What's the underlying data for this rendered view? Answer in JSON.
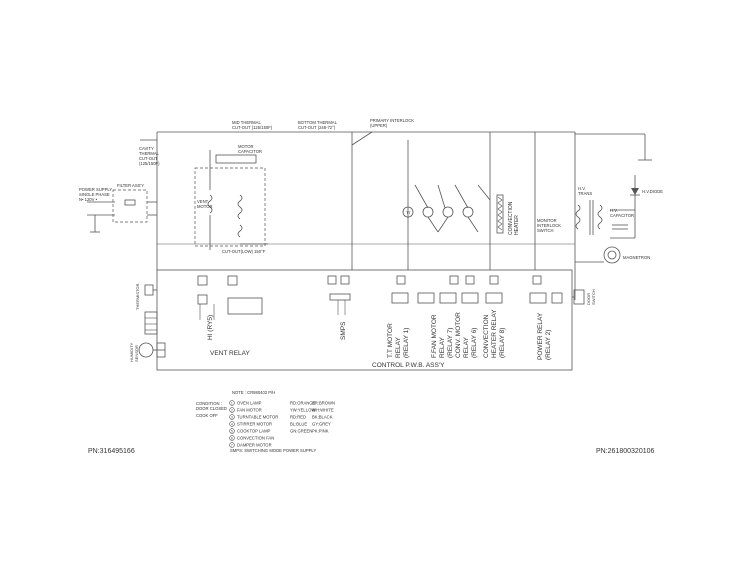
{
  "labels": {
    "mid_thermal": "MID THERMAL",
    "mid_thermal_2": "CUT-OUT (125/150F)",
    "bottom_thermal": "BOTTOM THERMAL",
    "bottom_thermal_2": "CUT-OUT (248-72°)",
    "primary_interlock": "PRIMARY INTERLOCK",
    "primary_interlock_2": "(UPPER)",
    "cavity_thermal": "CAVITY",
    "cavity_thermal_2": "THERMAL",
    "cavity_thermal_3": "CUT-OUT",
    "cavity_thermal_4": "(125/150F)",
    "motor_capacitor": "MOTOR",
    "motor_capacitor_2": "CAPACITOR",
    "power_supply": "POWER SUPPLY",
    "single_phase": "SINGLE PHASE",
    "volts": "N• 120V •",
    "filter_assy": "FILTER ASS'Y",
    "vent_motor": "VENT",
    "vent_motor_2": "MOTOR",
    "cut_out_low": "CUT-OUT(LOW) 150°F",
    "convection_heater": "CONVECTION",
    "convection_heater_2": "HEATER",
    "monitor_interlock": "MONITOR",
    "monitor_interlock_2": "INTERLOCK",
    "monitor_interlock_3": "SWITCH",
    "hv_trans": "H.V.",
    "hv_trans_2": "TRANS",
    "hv_diode": "H.V.DIODE",
    "hv_capacitor": "H.V.",
    "hv_capacitor_2": "CAPACITOR",
    "magnetron": "MAGNETRON",
    "thermistor": "THERMISTOR",
    "humidity_sensor": "HUMIDITY",
    "humidity_sensor_2": "SENSOR",
    "door_switch": "DOOR",
    "door_switch_2": "SWITCH",
    "hi_rys": "HI (RY5)",
    "vent_relay": "VENT RELAY",
    "smps": "SMPS",
    "tt_motor_relay": "T.T MOTOR",
    "tt_motor_relay_2": "RELAY",
    "tt_motor_relay_3": "(RELAY 1)",
    "fan_motor_relay": "F.FAN MOTOR",
    "fan_motor_relay_2": "RELAY",
    "fan_motor_relay_3": "(RELAY 7)",
    "conv_motor_relay": "CONV. MOTOR",
    "conv_motor_relay_2": "RELAY",
    "conv_motor_relay_3": "(RELAY 6)",
    "conv_heater_relay": "CONVECTION",
    "conv_heater_relay_2": "HEATER RELAY",
    "conv_heater_relay_3": "(RELAY 8)",
    "power_relay": "POWER RELAY",
    "power_relay_2": "(RELAY 2)",
    "control_pwb": "CONTROL P.W.B. ASS'Y"
  },
  "legend": {
    "note": "NOTE : CR980402 P/H",
    "condition": "CONDITION :",
    "door_closed": "DOOR CLOSED",
    "cook_off": "COOK OFF",
    "items": [
      {
        "sym": "1",
        "label": "OVEN LAMP"
      },
      {
        "sym": "2",
        "label": "FAN MOTOR"
      },
      {
        "sym": "3",
        "label": "TURNTABLE MOTOR"
      },
      {
        "sym": "4",
        "label": "STIRRER MOTOR"
      },
      {
        "sym": "5",
        "label": "COOKTOP LAMP"
      },
      {
        "sym": "6",
        "label": "CONVECTION FAN"
      },
      {
        "sym": "7",
        "label": "DAMPER MOTOR"
      }
    ],
    "colors_col1": [
      "RD:ORANGE",
      "YW:YELLOW",
      "RD:RED",
      "BL:BLUE",
      "GN:GREEN"
    ],
    "colors_col2": [
      "BR:BROWN",
      "WH:WHITE",
      "BK:BLACK",
      "GY:GREY",
      "PK:PINK"
    ],
    "smps_note": "SMPS: SWITCHING MODE POWER SUPPLY"
  },
  "part_numbers": {
    "left": "PN:316495166",
    "right": "PN:261800320106"
  }
}
